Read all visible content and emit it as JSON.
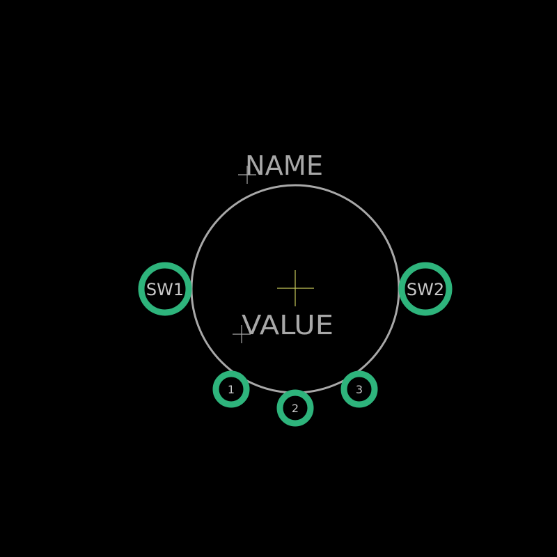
{
  "colors": {
    "background": "#000000",
    "silkscreen": "#a8a8a8",
    "copper_pad": "#2eb47c",
    "pad_text": "#c8c8c8",
    "origin_cross": "#c6c85a"
  },
  "footprint": {
    "name_label": "NAME",
    "value_label": "VALUE",
    "mount_pads": [
      {
        "label": "SW1"
      },
      {
        "label": "SW2"
      }
    ],
    "pins": [
      {
        "label": "1"
      },
      {
        "label": "2"
      },
      {
        "label": "3"
      }
    ]
  }
}
